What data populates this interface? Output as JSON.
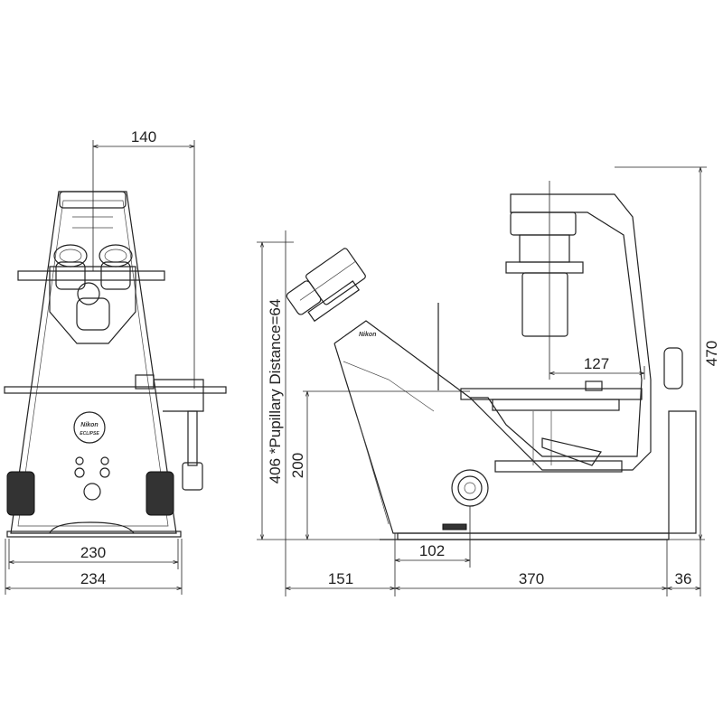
{
  "front_view": {
    "dim_top_width": "140",
    "dim_base_inner": "230",
    "dim_base_outer": "234",
    "logo_brand": "Nikon",
    "logo_model": "ECLIPSE"
  },
  "side_view": {
    "dim_eyepiece_height": "406 *Pupillary Distance=64",
    "dim_stage_height": "200",
    "dim_total_height": "470",
    "dim_condenser_offset": "127",
    "dim_focus_offset": "102",
    "dim_front_depth": "151",
    "dim_body_depth": "370",
    "dim_rear_depth": "36",
    "logo_brand": "Nikon"
  }
}
